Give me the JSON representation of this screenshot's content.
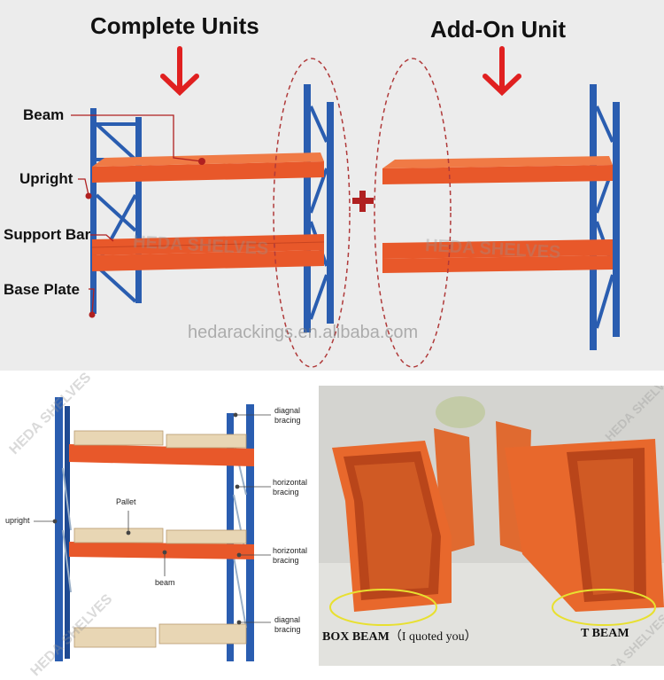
{
  "top": {
    "title_left": "Complete Units",
    "title_right": "Add-On Unit",
    "labels": {
      "beam": "Beam",
      "upright": "Upright",
      "support_bar": "Support Bar",
      "base_plate": "Base Plate"
    },
    "website": "hedarackings.en.alibaba.com",
    "watermark": "HEDA SHELVES"
  },
  "diagram": {
    "watermark": "HEDA SHELVES",
    "labels": {
      "diagonal_bracing_top": "diagnal\nbracing",
      "horizontal_bracing_1": "horizontal\nbracing",
      "horizontal_bracing_2": "horizontal\nbracing",
      "diagonal_bracing_bottom": "diagnal\nbracing",
      "upright": "upright",
      "pallet": "Pallet",
      "beam": "beam"
    }
  },
  "photo": {
    "watermark": "HEDA SHELVES",
    "box_beam_caption": "BOX BEAM",
    "box_beam_note": "（I quoted you）",
    "t_beam_caption": "T BEAM"
  },
  "colors": {
    "upright_blue": "#2a5db0",
    "beam_orange": "#e8582a",
    "arrow_red": "#e02020",
    "oval_red": "#b03a3a"
  }
}
